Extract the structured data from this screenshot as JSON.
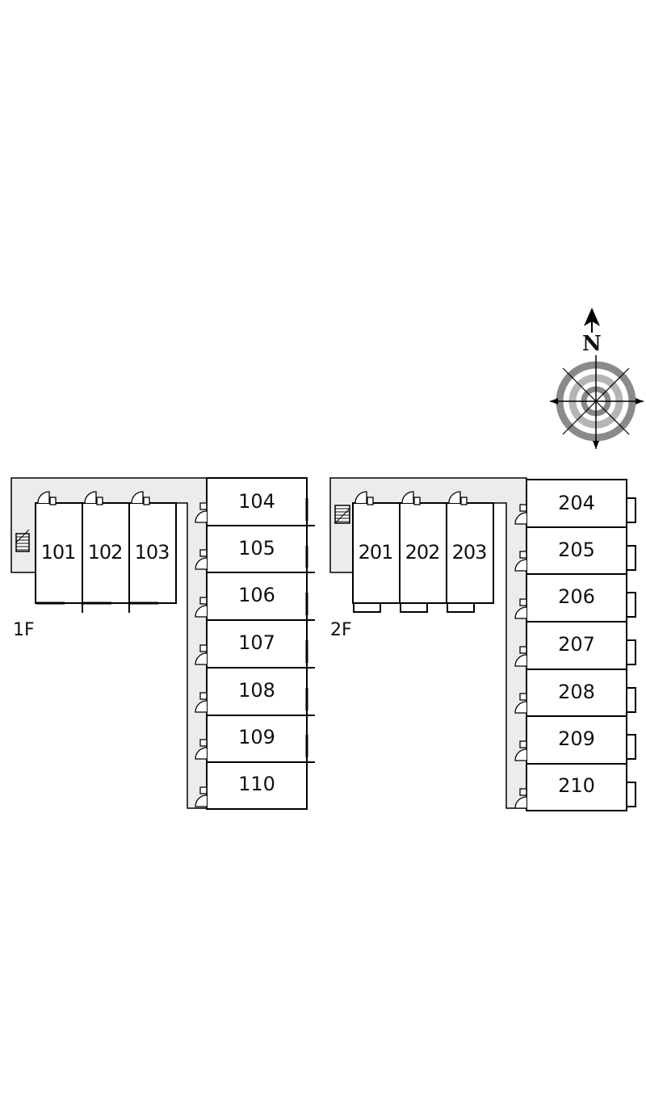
{
  "compass": {
    "north_label": "N"
  },
  "floors": [
    {
      "label": "1F",
      "rooms_top": [
        "101",
        "102",
        "103"
      ],
      "rooms_side": [
        "104",
        "105",
        "106",
        "107",
        "108",
        "109",
        "110"
      ]
    },
    {
      "label": "2F",
      "rooms_top": [
        "201",
        "202",
        "203"
      ],
      "rooms_side": [
        "204",
        "205",
        "206",
        "207",
        "208",
        "209",
        "210"
      ]
    }
  ],
  "colors": {
    "line": "#000000",
    "corridor": "#ececec",
    "compass_outer": "#8a8a8a",
    "compass_inner": "#b5b5b5"
  }
}
